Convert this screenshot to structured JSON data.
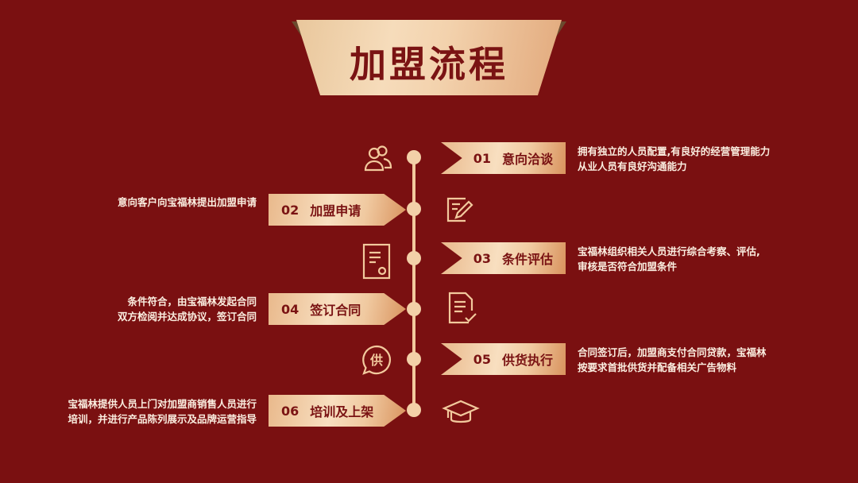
{
  "title": "加盟流程",
  "colors": {
    "background": "#7a1011",
    "gold": "#f2c99d",
    "tag_text": "#7a1313",
    "desc_text": "#fbeee0"
  },
  "steps": [
    {
      "num": "01",
      "label": "意向洽谈",
      "side": "right",
      "icon": "users-icon",
      "desc": [
        "拥有独立的人员配置,有良好的经营管理能力",
        "从业人员有良好沟通能力"
      ]
    },
    {
      "num": "02",
      "label": "加盟申请",
      "side": "left",
      "icon": "edit-document-icon",
      "desc": [
        "意向客户向宝福林提出加盟申请"
      ]
    },
    {
      "num": "03",
      "label": "条件评估",
      "side": "right",
      "icon": "certificate-icon",
      "desc": [
        "宝福林组织相关人员进行综合考察、评估,",
        "审核是否符合加盟条件"
      ]
    },
    {
      "num": "04",
      "label": "签订合同",
      "side": "left",
      "icon": "contract-check-icon",
      "desc": [
        "条件符合，由宝福林发起合同",
        "双方检阅并达成协议，签订合同"
      ]
    },
    {
      "num": "05",
      "label": "供货执行",
      "side": "right",
      "icon": "supply-chat-icon",
      "desc": [
        "合同签订后，加盟商支付合同贷款，宝福林",
        "按要求首批供货并配备相关广告物料"
      ]
    },
    {
      "num": "06",
      "label": "培训及上架",
      "side": "left",
      "icon": "graduation-cap-icon",
      "desc": [
        "宝福林提供人员上门对加盟商销售人员进行",
        "培训，并进行产品陈列展示及品牌运营指导"
      ]
    }
  ]
}
